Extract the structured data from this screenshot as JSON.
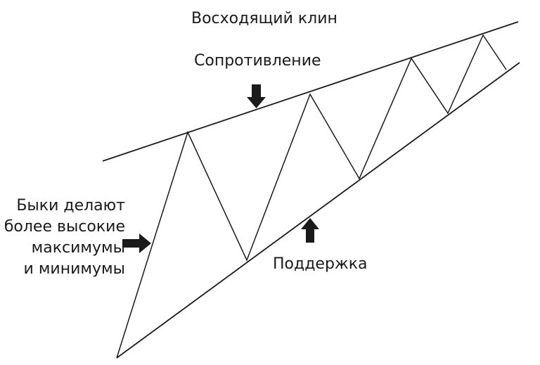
{
  "title": "Восходящий клин",
  "labels": {
    "resistance": "Сопротивление",
    "support": "Поддержка",
    "bulls": [
      "Быки делают",
      "более высокие",
      "максимумы",
      "и минимумы"
    ]
  },
  "colors": {
    "line": "#1a1a1a",
    "arrow": "#1a1a1a",
    "background": "#ffffff"
  },
  "icons": {
    "resistance_arrow": "arrow-down-icon",
    "support_arrow": "arrow-up-icon",
    "bulls_arrow": "arrow-right-icon"
  }
}
